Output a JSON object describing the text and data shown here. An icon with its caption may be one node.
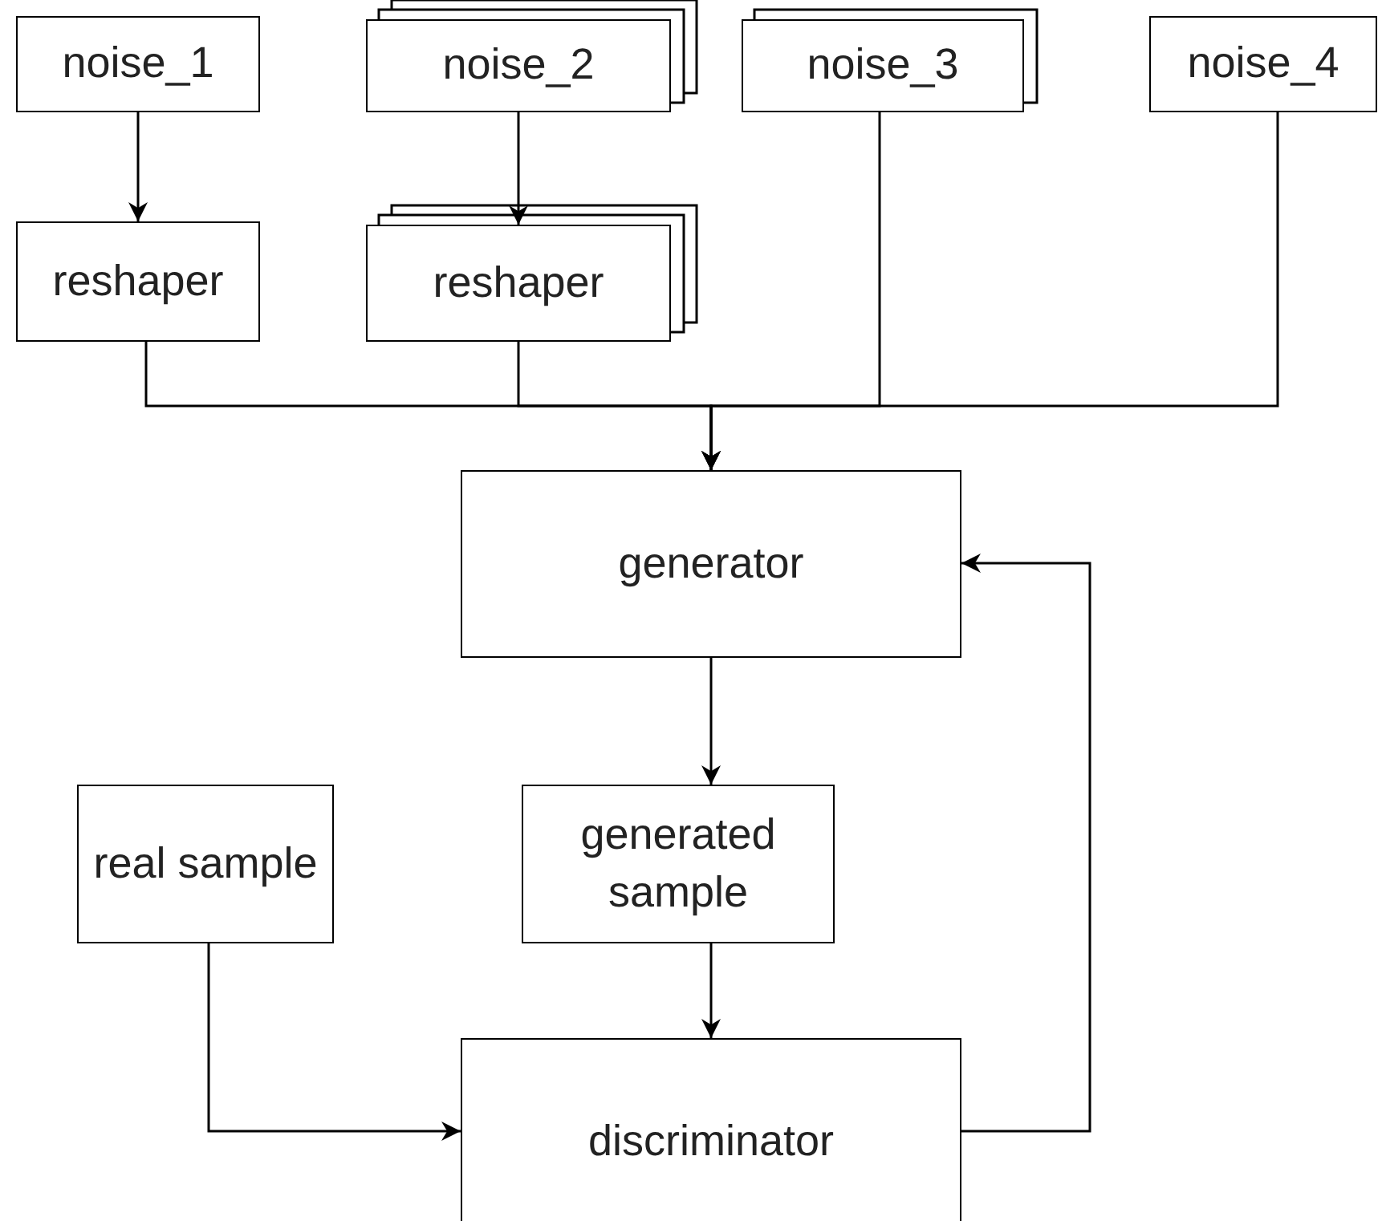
{
  "diagram": {
    "nodes": [
      {
        "text": [
          "noise_1"
        ]
      },
      {
        "text": [
          "noise_2"
        ]
      },
      {
        "text": [
          "noise_3"
        ]
      },
      {
        "text": [
          "noise_4"
        ]
      },
      {
        "text": [
          "reshaper"
        ]
      },
      {
        "text": [
          "reshaper"
        ]
      },
      {
        "text": [
          "generator"
        ]
      },
      {
        "text": [
          "real sample"
        ]
      },
      {
        "text": [
          "generated sample"
        ]
      },
      {
        "text": [
          "discriminator"
        ]
      }
    ],
    "edges": [
      {
        "from": 0,
        "to": 4,
        "arrow": "to"
      },
      {
        "from": 1,
        "to": 5,
        "arrow": "to"
      },
      {
        "from": 4,
        "to": 6,
        "arrow": "to"
      },
      {
        "from": 5,
        "to": 6,
        "arrow": "to"
      },
      {
        "from": 2,
        "to": 6,
        "arrow": "to"
      },
      {
        "from": 3,
        "to": 6,
        "arrow": "to"
      },
      {
        "from": 6,
        "to": 8,
        "arrow": "to"
      },
      {
        "from": 8,
        "to": 9,
        "arrow": "to"
      },
      {
        "from": 7,
        "to": 9,
        "arrow": "to"
      },
      {
        "from": 9,
        "to": 6,
        "arrow": "to"
      }
    ]
  }
}
